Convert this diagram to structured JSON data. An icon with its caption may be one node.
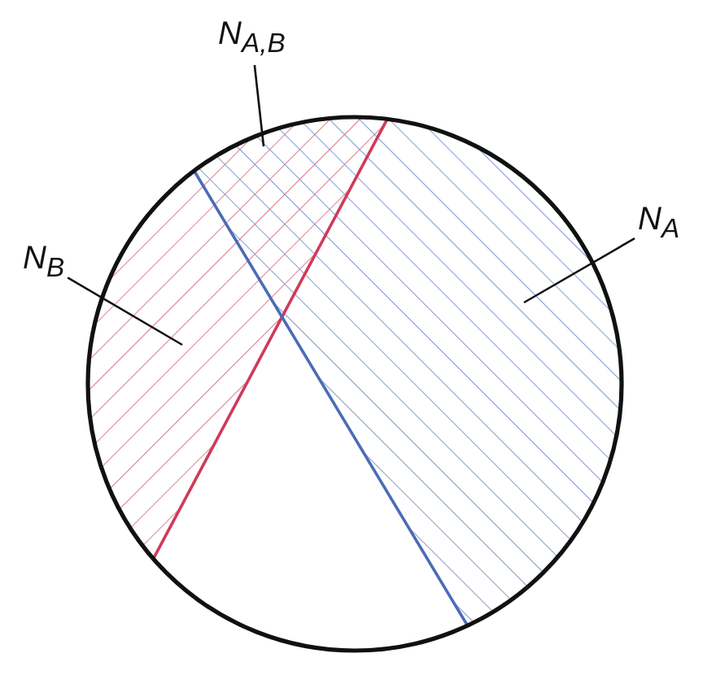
{
  "diagram": {
    "nodes": [
      {
        "text": [
          "N$_{A,B}$"
        ]
      },
      {
        "text": [
          "N$_{B}$"
        ]
      },
      {
        "text": [
          "N$_{A}$"
        ]
      },
      {
        "text": [],
        "shape": "region"
      },
      {
        "text": [],
        "shape": "region"
      },
      {
        "text": [],
        "shape": "region"
      }
    ],
    "edges": [
      {
        "from": 0,
        "to": 3,
        "arrow": "none"
      },
      {
        "from": 1,
        "to": 4,
        "arrow": "none"
      },
      {
        "from": 2,
        "to": 5,
        "arrow": "none"
      }
    ]
  }
}
